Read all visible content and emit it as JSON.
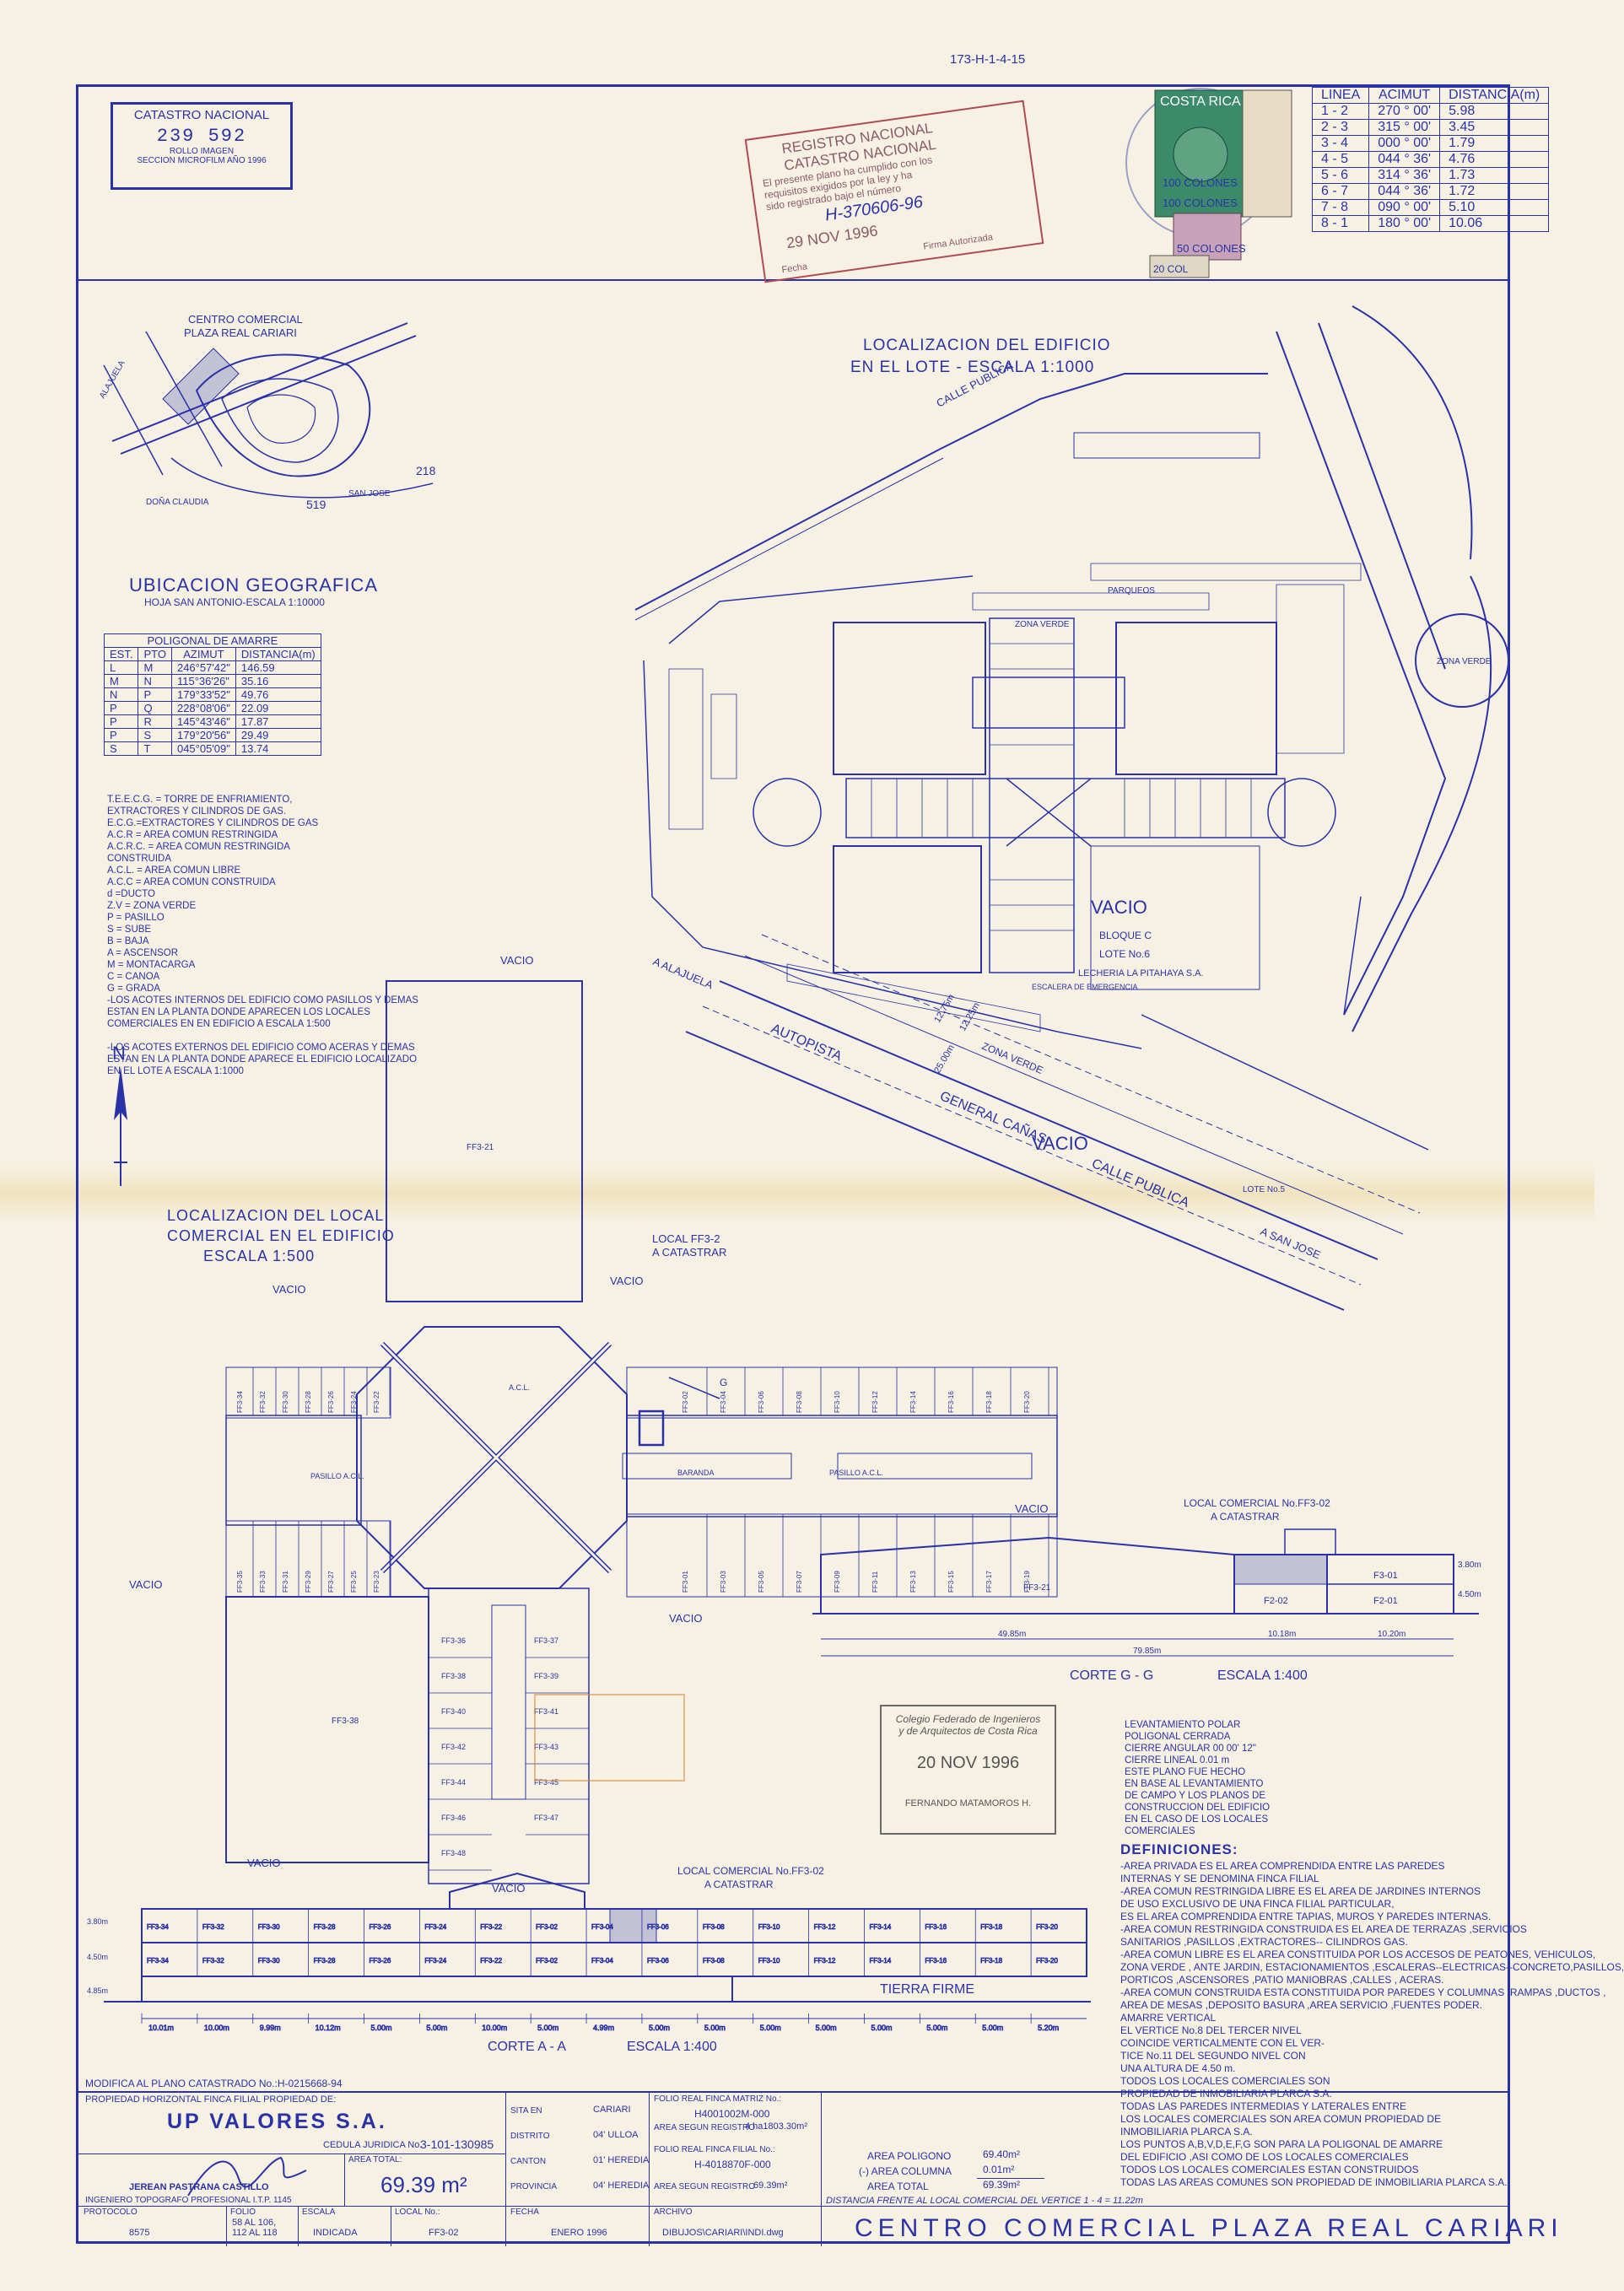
{
  "header_code": "173-H-1-4-15",
  "catastro": {
    "title": "CATASTRO NACIONAL",
    "number": "239 592",
    "line1": "ROLLO IMAGEN",
    "line2": "SECCION MICROFILM AÑO 1996"
  },
  "registro_stamp": {
    "line1": "REGISTRO NACIONAL",
    "line2": "CATASTRO NACIONAL",
    "line3": "El presente plano ha cumplido con los",
    "line4": "requisitos exigidos por la ley y ha",
    "line5": "sido registrado bajo el número",
    "plan_number": "H-370606-96",
    "date": "29 NOV 1996",
    "fecha_label": "Fecha",
    "firma_label": "Firma Autorizada"
  },
  "revenue_stamps": {
    "country": "COSTA RICA",
    "value1": "100 COLONES",
    "value2": "100 COLONES",
    "value3": "50 COLONES",
    "value4": "20 COL"
  },
  "azimuth_table": {
    "headers": [
      "LINEA",
      "ACIMUT",
      "DISTANCIA(m)"
    ],
    "rows": [
      [
        "1 - 2",
        "270 ° 00'",
        "5.98"
      ],
      [
        "2 - 3",
        "315 ° 00'",
        "3.45"
      ],
      [
        "3 - 4",
        "000 ° 00'",
        "1.79"
      ],
      [
        "4 - 5",
        "044 ° 36'",
        "4.76"
      ],
      [
        "5 - 6",
        "314 ° 36'",
        "1.73"
      ],
      [
        "6 - 7",
        "044 ° 36'",
        "1.72"
      ],
      [
        "7 - 8",
        "090 ° 00'",
        "5.10"
      ],
      [
        "8 - 1",
        "180 ° 00'",
        "10.06"
      ]
    ]
  },
  "ubicacion": {
    "title": "UBICACION GEOGRAFICA",
    "subtitle": "HOJA SAN ANTONIO-ESCALA 1:10000",
    "label_centro": "CENTRO COMERCIAL",
    "label_plaza": "PLAZA REAL CARIARI",
    "n218": "218",
    "n519": "519",
    "dona_claudia": "DOÑA CLAUDIA",
    "san_jose": "SAN JOSE",
    "alajuela": "ALAJUELA"
  },
  "poligonal": {
    "title": "POLIGONAL DE AMARRE",
    "headers": [
      "EST.",
      "PTO",
      "AZIMUT",
      "DISTANCIA(m)"
    ],
    "rows": [
      [
        "L",
        "M",
        "246°57'42\"",
        "146.59"
      ],
      [
        "M",
        "N",
        "115°36'26\"",
        "35.16"
      ],
      [
        "N",
        "P",
        "179°33'52\"",
        "49.76"
      ],
      [
        "P",
        "Q",
        "228°08'06\"",
        "22.09"
      ],
      [
        "P",
        "R",
        "145°43'46\"",
        "17.87"
      ],
      [
        "P",
        "S",
        "179°20'56\"",
        "29.49"
      ],
      [
        "S",
        "T",
        "045°05'09\"",
        "13.74"
      ]
    ]
  },
  "legend_lines": [
    "T.E.E.C.G. = TORRE DE ENFRIAMIENTO,",
    "EXTRACTORES Y CILINDROS DE GAS.",
    "E.C.G.=EXTRACTORES Y CILINDROS DE GAS",
    "A.C.R = AREA COMUN RESTRINGIDA",
    "A.C.R.C. = AREA COMUN RESTRINGIDA",
    "CONSTRUIDA",
    "A.C.L. = AREA COMUN LIBRE",
    "A.C.C = AREA COMUN CONSTRUIDA",
    "d =DUCTO",
    "Z.V = ZONA VERDE",
    "P = PASILLO",
    "S = SUBE",
    "B = BAJA",
    "A = ASCENSOR",
    "M = MONTACARGA",
    "C = CANOA",
    "G = GRADA",
    "-LOS ACOTES INTERNOS DEL EDIFICIO COMO PASILLOS Y DEMAS",
    "ESTAN EN LA PLANTA DONDE APARECEN LOS LOCALES",
    "COMERCIALES EN EN EDIFICIO A ESCALA 1:500",
    "",
    "-LOS ACOTES EXTERNOS DEL EDIFICIO COMO ACERAS Y DEMAS",
    "ESTAN EN LA PLANTA DONDE APARECE EL EDIFICIO LOCALIZADO",
    "EN EL LOTE A ESCALA 1:1000"
  ],
  "site_plan": {
    "title1": "LOCALIZACION DEL EDIFICIO",
    "title2": "EN EL LOTE - ESCALA 1:1000",
    "calle_publica": "CALLE PUBLICA",
    "vacio": "VACIO",
    "bloque_c": "BLOQUE C",
    "lote6": "LOTE No.6",
    "lecheria": "LECHERIA LA PITAHAYA S.A.",
    "zona_verde": "ZONA VERDE",
    "parqueos": "PARQUEOS",
    "autopista": "AUTOPISTA",
    "general_canas": "GENERAL CAÑAS",
    "calle_publica2": "CALLE PUBLICA",
    "alajuela": "A ALAJUELA",
    "san_jose": "A SAN JOSE",
    "d1": "12.75m",
    "d2": "12.25m",
    "d3": "25.00m",
    "zona_verde2": "ZONA VERDE",
    "escalera": "ESCALERA DE EMERGENCIA",
    "lote5": "LOTE No.5"
  },
  "local_plan": {
    "title1": "LOCALIZACION DEL LOCAL",
    "title2": "COMERCIAL EN EL EDIFICIO",
    "title3": "ESCALA 1:500",
    "local_label1": "LOCAL FF3-2",
    "local_label2": "A CATASTRAR",
    "vacio": "VACIO",
    "ff3_21": "FF3-21",
    "ff3_38": "FF3-38",
    "g": "G",
    "units_top_left": [
      "FF3-34",
      "FF3-32",
      "FF3-30",
      "FF3-28",
      "FF3-26",
      "FF3-24",
      "FF3-22"
    ],
    "units_top_right": [
      "FF3-02",
      "FF3-04",
      "FF3-06",
      "FF3-08",
      "FF3-10",
      "FF3-12",
      "FF3-14",
      "FF3-16",
      "FF3-18",
      "FF3-20"
    ],
    "units_bottom_left": [
      "FF3-35",
      "FF3-33",
      "FF3-31",
      "FF3-29",
      "FF3-27",
      "FF3-25",
      "FF3-23"
    ],
    "units_bottom_right": [
      "FF3-01",
      "FF3-03",
      "FF3-05",
      "FF3-07",
      "FF3-09",
      "FF3-11",
      "FF3-13",
      "FF3-15",
      "FF3-17",
      "FF3-19"
    ],
    "units_s_left": [
      "FF3-36",
      "FF3-38",
      "FF3-40",
      "FF3-42",
      "FF3-44",
      "FF3-46",
      "FF3-48"
    ],
    "units_s_right": [
      "FF3-37",
      "FF3-39",
      "FF3-41",
      "FF3-43",
      "FF3-45",
      "FF3-47"
    ],
    "pasillo": "PASILLO A.C.L.",
    "acl": "A.C.L.",
    "baranda": "BARANDA"
  },
  "corte_gg": {
    "local_title1": "LOCAL COMERCIAL No.FF3-02",
    "local_title2": "A CATASTRAR",
    "title": "CORTE  G - G",
    "scale": "ESCALA 1:400",
    "ff3_21": "FF3-21",
    "f3_01": "F3-01",
    "f2_02": "F2-02",
    "f2_01": "F2-01",
    "h1": "3.80m",
    "h2": "4.50m",
    "d1": "49.85m",
    "d2": "10.18m",
    "d3": "10.20m",
    "total": "79.85m"
  },
  "corte_aa": {
    "local_title1": "LOCAL COMERCIAL No.FF3-02",
    "local_title2": "A CATASTRAR",
    "title": "CORTE  A - A",
    "scale": "ESCALA 1:400",
    "tierra_firme": "TIERRA FIRME",
    "top_units": [
      "FF3-34",
      "FF3-32",
      "FF3-30",
      "FF3-28",
      "FF3-26",
      "FF3-24",
      "FF3-22",
      "FF3-02",
      "FF3-04",
      "FF3-06",
      "FF3-08",
      "FF3-10",
      "FF3-12",
      "FF3-14",
      "FF3-16",
      "FF3-18",
      "FF3-20"
    ],
    "dims": [
      "10.01m",
      "10.00m",
      "9.99m",
      "10.12m",
      "5.00m",
      "5.00m",
      "10.00m",
      "5.00m",
      "4.99m",
      "5.00m",
      "5.00m",
      "5.00m",
      "5.00m",
      "5.00m",
      "5.00m",
      "5.00m",
      "5.20m"
    ],
    "h1": "3.80m",
    "h2": "4.50m",
    "h3": "4.85m"
  },
  "colegio_stamp": {
    "line1": "Colegio Federado de Ingenieros",
    "line2": "y de Arquitectos de Costa Rica",
    "date": "20 NOV 1996",
    "name": "FERNANDO MATAMOROS H."
  },
  "survey_notes": [
    "LEVANTAMIENTO POLAR",
    "POLIGONAL  CERRADA",
    "CIERRE ANGULAR  00 00' 12\"",
    "CIERRE LINEAL  0.01 m",
    "ESTE PLANO FUE HECHO",
    "EN BASE AL LEVANTAMIENTO",
    "DE CAMPO Y LOS PLANOS DE",
    "CONSTRUCCION DEL EDIFICIO",
    "EN EL CASO DE LOS LOCALES",
    "COMERCIALES"
  ],
  "definiciones": {
    "title": "DEFINICIONES:",
    "lines": [
      "-AREA PRIVADA ES EL AREA COMPRENDIDA ENTRE LAS PAREDES",
      "INTERNAS Y SE DENOMINA FINCA FILIAL",
      "-AREA COMUN RESTRINGIDA LIBRE ES EL AREA DE JARDINES INTERNOS",
      "DE USO EXCLUSIVO DE UNA FINCA FILIAL PARTICULAR,",
      "ES EL AREA COMPRENDIDA ENTRE TAPIAS, MUROS Y PAREDES INTERNAS.",
      "-AREA COMUN RESTRINGIDA CONSTRUIDA ES EL AREA DE TERRAZAS ,SERVICIOS",
      "SANITARIOS ,PASILLOS ,EXTRACTORES-- CILINDROS GAS.",
      "-AREA COMUN LIBRE ES EL AREA CONSTITUIDA POR LOS ACCESOS DE PEATONES, VEHICULOS,",
      "ZONA VERDE , ANTE JARDIN, ESTACIONAMIENTOS ,ESCALERAS--ELECTRICAS--CONCRETO,PASILLOS,",
      "PORTICOS ,ASCENSORES ,PATIO MANIOBRAS ,CALLES , ACERAS.",
      "-AREA COMUN CONSTRUIDA ESTA CONSTITUIDA POR PAREDES Y COLUMNAS ,RAMPAS ,DUCTOS ,",
      "AREA DE MESAS ,DEPOSITO BASURA ,AREA SERVICIO ,FUENTES PODER.",
      "AMARRE VERTICAL",
      "EL VERTICE No.8  DEL TERCER NIVEL",
      "COINCIDE VERTICALMENTE CON EL VER-",
      "TICE No.11  DEL SEGUNDO NIVEL CON",
      "UNA ALTURA DE 4.50 m.",
      "TODOS LOS LOCALES COMERCIALES SON",
      "PROPIEDAD DE INMOBILIARIA PLARCA S.A.",
      "TODAS LAS PAREDES INTERMEDIAS Y LATERALES ENTRE",
      "LOS LOCALES COMERCIALES SON AREA COMUN PROPIEDAD DE",
      "INMOBILIARIA PLARCA S.A.",
      "LOS PUNTOS A,B,V,D,E,F,G SON PARA LA POLIGONAL DE AMARRE",
      "DEL EDIFICIO ,ASI COMO DE LOS LOCALES COMERCIALES",
      "TODOS LOS LOCALES COMERCIALES ESTAN CONSTRUIDOS",
      "TODAS LAS AREAS COMUNES SON PROPIEDAD DE INMOBILIARIA PLARCA S.A."
    ]
  },
  "title_block": {
    "modifica": "MODIFICA AL PLANO CATASTRADO No.:H-0215668-94",
    "propiedad": "PROPIEDAD HORIZONTAL FINCA FILIAL PROPIEDAD DE:",
    "owner": "UP VALORES S.A.",
    "cedula_label": "CEDULA JURIDICA No.",
    "cedula": "3-101-130985",
    "engineer": "JEREAN PASTRANA CASTILLO",
    "engineer_title": "INGENIERO TOPOGRAFO PROFESIONAL I.T.P. 1145",
    "area_total_label": "AREA TOTAL:",
    "area_total": "69.39 m²",
    "sita_en_label": "SITA EN",
    "sita_en": "CARIARI",
    "distrito_label": "DISTRITO",
    "distrito": "04' ULLOA",
    "canton_label": "CANTON",
    "canton": "01' HEREDIA",
    "provincia_label": "PROVINCIA",
    "provincia": "04' HEREDIA",
    "folio_matriz_label": "FOLIO REAL FINCA MATRIZ No.:",
    "folio_matriz": "H4001002M-000",
    "area_registro_label": "AREA SEGUN REGISTRO",
    "area_registro": "4 ha1803.30m²",
    "folio_filial_label": "FOLIO REAL FINCA FILIAL No.:",
    "folio_filial": "H-4018870F-000",
    "area_registro2_label": "AREA SEGUN REGISTRO",
    "area_registro2": "69.39m²",
    "protocolo_label": "PROTOCOLO",
    "protocolo": "8575",
    "folio_label": "FOLIO",
    "folio": "58 AL 106,\n112 AL 118",
    "escala_label": "ESCALA",
    "escala": "INDICADA",
    "local_label": "LOCAL No.:",
    "local": "FF3-02",
    "fecha_label": "FECHA",
    "fecha": "ENERO 1996",
    "archivo_label": "ARCHIVO",
    "archivo": "DIBUJOS\\CARIARI\\INDI.dwg"
  },
  "areas": {
    "poligono_label": "AREA POLIGONO",
    "poligono": "69.40m²",
    "columna_label": "(-) AREA COLUMNA",
    "columna": "0.01m²",
    "total_label": "AREA TOTAL",
    "total": "69.39m²",
    "distancia": "DISTANCIA FRENTE AL LOCAL COMERCIAL DEL VERTICE 1 - 4 = 11.22m"
  },
  "project_title": "CENTRO COMERCIAL PLAZA REAL CARIARI",
  "colors": {
    "ink": "#2a32a8",
    "paper": "#f6f1e3",
    "stamp_red": "#b04a55",
    "stamp_green": "#3b8a6a",
    "stamp_orange": "#d68a3a"
  }
}
